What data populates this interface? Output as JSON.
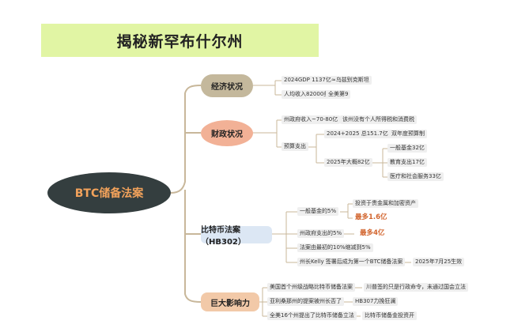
{
  "title": "揭秘新罕布什尔州",
  "root": "BTC储备法案",
  "branches": {
    "economy": {
      "label": "经济状况",
      "gdp": "2024GDP 1137亿≈乌兹别克斯坦",
      "income": "人均收入82000美元",
      "rank": "全美第9"
    },
    "fiscal": {
      "label": "财政状况",
      "revenue": "州政府收入~70-80亿",
      "revenue_note": "该州没有个人所得税和消费税",
      "budget": "预算支出",
      "total": "2024+2025 总151.7亿",
      "total_note": "双年度预算制",
      "annual": "2025年大概82亿",
      "general": "一般基金32亿",
      "education": "教育支出17亿",
      "medical": "医疗和社会服务33亿"
    },
    "bill": {
      "label": "比特币法案（HB302）",
      "fund": "一般基金的5%",
      "fund_note": "投资于贵金属和加密资产",
      "fund_max": "最多1.6亿",
      "gov": "州政府支出的5%",
      "gov_max": "最多4亿",
      "limit": "法案由最初的10%缩减到5%",
      "kelly": "州长Kelly 签署后成为第一个BTC储备法案",
      "effective": "2025年7月25生效"
    },
    "impact": {
      "label": "巨大影响力",
      "first": "美国首个州级战略比特币储备法案",
      "first_note": "川普签的只是行政命令，未通过国会立法",
      "arizona": "亚利桑那州的提案被州长否了",
      "hb": "HB307力挽狂澜",
      "sixteen": "全美16个州提出了比特币储备立法",
      "sixteen_note": "比特币储备金投资开"
    }
  }
}
